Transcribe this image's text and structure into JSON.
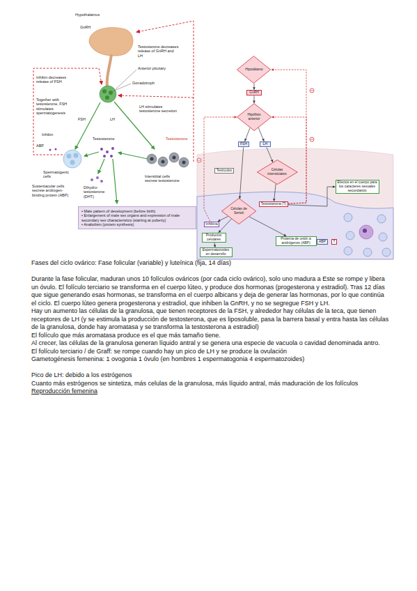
{
  "diagram": {
    "nodes": [
      {
        "text": [
          "• Male pattern of development (before birth)",
          "• Enlargement of male sex organs and expression of male secondary sex characteristics (starting at puberty)",
          "• Anabolism (protein synthesis)"
        ]
      },
      {
        "text": [
          "Hipotálamo"
        ]
      },
      {
        "text": [
          "GnRH"
        ]
      },
      {
        "text": [
          "Hipófisis anterior"
        ]
      },
      {
        "text": [
          "FSH"
        ]
      },
      {
        "text": [
          "LH"
        ]
      },
      {
        "text": [
          "Testículos"
        ]
      },
      {
        "text": [
          "Células intersticiales"
        ]
      },
      {
        "text": [
          "Testosterona (T)"
        ]
      },
      {
        "text": [
          "Efectos en el cuerpo para los caracteres sexuales secundarios"
        ]
      },
      {
        "text": [
          "Células de Sertoli"
        ]
      },
      {
        "text": [
          "Inhibina"
        ]
      },
      {
        "text": [
          "Productos celulares"
        ]
      },
      {
        "text": [
          "Espermatozoides en desarrollo"
        ]
      },
      {
        "text": [
          "Proteína de unión a andrógenos (ABP)"
        ]
      },
      {
        "text": [
          "ABP"
        ]
      },
      {
        "text": [
          "T"
        ]
      }
    ],
    "edges": [
      {
        "from": 1,
        "to": 2,
        "arrow": "to"
      },
      {
        "from": 2,
        "to": 3,
        "arrow": "to"
      },
      {
        "from": 3,
        "to": 4,
        "arrow": "to"
      },
      {
        "from": 3,
        "to": 5,
        "arrow": "to"
      },
      {
        "from": 5,
        "to": 7,
        "arrow": "to"
      },
      {
        "from": 4,
        "to": 10,
        "arrow": "to"
      },
      {
        "from": 7,
        "to": 8,
        "arrow": "to"
      },
      {
        "from": 8,
        "to": 9,
        "arrow": "to"
      },
      {
        "from": 8,
        "to": 1,
        "arrow": "to"
      },
      {
        "from": 8,
        "to": 3,
        "arrow": "to"
      },
      {
        "from": 10,
        "to": 11,
        "arrow": "to"
      },
      {
        "from": 11,
        "to": 3,
        "arrow": "to"
      },
      {
        "from": 10,
        "to": 12,
        "arrow": "to"
      },
      {
        "from": 12,
        "to": 13,
        "arrow": "to"
      },
      {
        "from": 10,
        "to": 14,
        "arrow": "to"
      }
    ],
    "labels": [
      "Hypothalamus",
      "GnRH",
      "Testosterone decreases release of GnRH and LH",
      "Anterior pituitary",
      "Gonadotroph",
      "Inhibin decreases release of FSH",
      "Together with testosterone, FSH stimulates spermatogenesis",
      "FSH",
      "LH",
      "LH stimulates testosterone secretion",
      "Inhibin",
      "Testosterone",
      "ABP",
      "Testosterone",
      "Spermatogenic cells",
      "Sustentacular cells secrete androgen-binding protein (ABP)",
      "Dihydro-testosterone (DHT)",
      "Interstitial cells secrete testosterone",
      "Fases del ciclo ovárico: Fase folicular (variable) y luteínica (fija, 14 días)",
      "Durante la fase folicular, maduran unos 10 folículos ováricos (por cada ciclo ovárico), solo uno madura a Este se rompe y libera un óvulo. El folículo terciario se transforma en el cuerpo lúteo, y produce dos hormonas (progesterona y estradiol). Tras 12 días que sigue generando esas hormonas, se transforma en el cuerpo albicans y deja de generar las hormonas, por lo que continúa el ciclo. El cuerpo lúteo genera progesterona y estradiol, que inhiben la GnRH, y no se segregue FSH y LH.",
      "Hay un aumento las células de la granulosa, que tienen receptores de la FSH, y alrededor hay células de la teca, que tienen receptores de LH (y se estimula la producción de testosterona, que es liposoluble, pasa la barrera basal y entra hasta las células de la granulosa, donde hay aromatasa y se transforma la testosterona a estradiol)",
      "El folículo que más aromatasa produce es el que más tamaño tiene.",
      "Al crecer, las células de la granulosa generan líquido antral y se genera una especie de vacuola o cavidad denominada antro.",
      "El folículo terciario / de Graff: se rompe cuando hay un pico de LH y se produce la ovulación",
      "Gametogénesis femenina: 1 ovogonia 1 óvulo (en hombres 1 espermatogonia 4 espermatozoides)",
      "Pico de LH: debido a los estrógenos",
      "Cuanto más estrógenos se sintetiza, más celulas de la granulosa, más líquido antral, más maduración de los folículos",
      "Reproducción femenina"
    ]
  }
}
